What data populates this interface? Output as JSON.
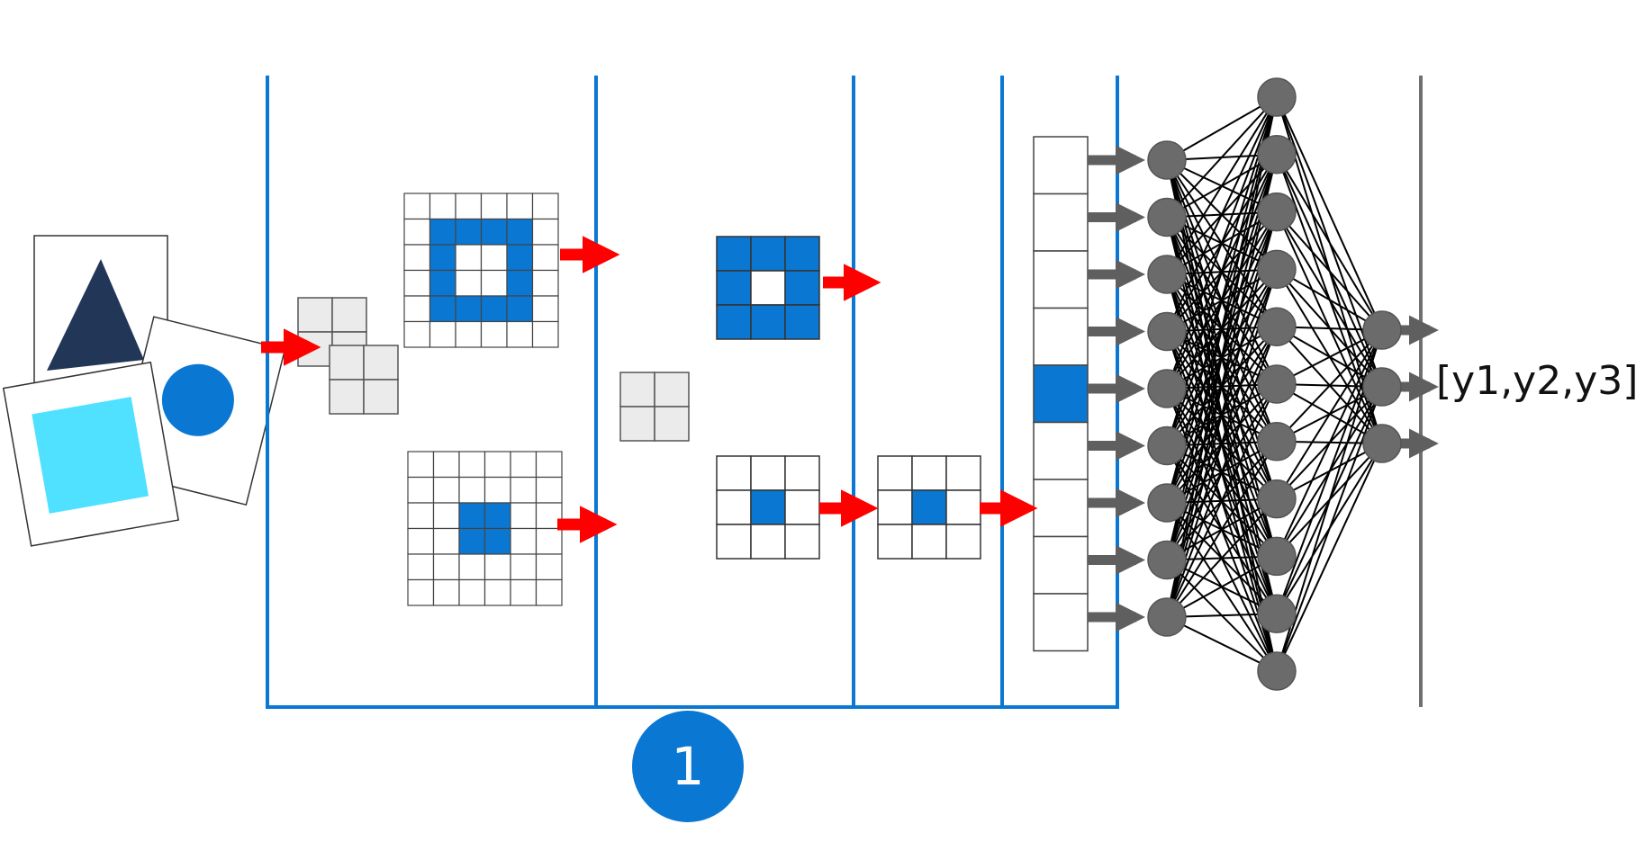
{
  "output_label": "[y1,y2,y3]",
  "step_badge": "1",
  "colors": {
    "stage_line": "#0a78d2",
    "output_line": "#707070",
    "feature_fill": "#0a78d2",
    "small_grid_fill": "#ebebeb",
    "flow_arrow": "#ff0000",
    "node": "#6b6b6b",
    "node_arrow": "#5f5f5f",
    "triangle": "#223658",
    "circle": "#0a78d2",
    "square": "#4fe1ff"
  },
  "icons": {
    "input": "input-images-icon",
    "kernel": "kernel-grid-icon",
    "pool": "pooling-window-icon",
    "flatten": "flatten-vector-icon",
    "network": "dense-network-icon"
  },
  "network": {
    "input_nodes": 9,
    "hidden_nodes": 11,
    "output_nodes": 3
  }
}
